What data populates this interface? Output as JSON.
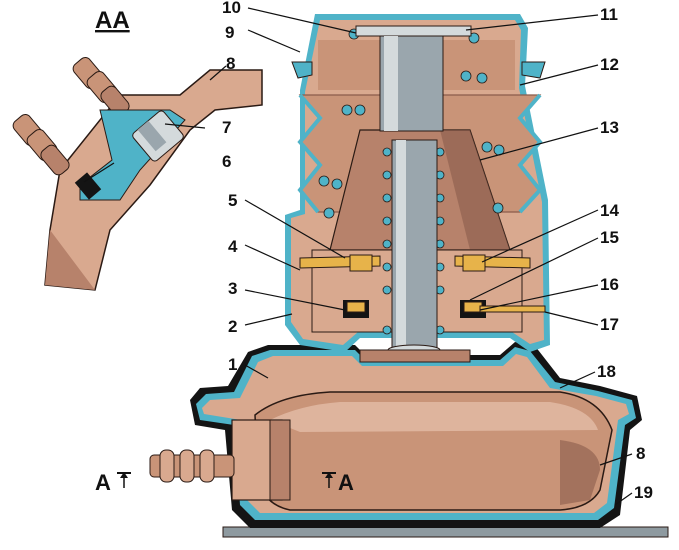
{
  "colors": {
    "body": "#d9a98f",
    "body_dark": "#b7826b",
    "shadow": "#8a5c4b",
    "boot": "#c99478",
    "outline_blue": "#4fb3c8",
    "steel": "#9aa6ad",
    "steel_light": "#d4dadc",
    "brass": "#e7b34a",
    "black": "#141414",
    "base_plate": "#8e9aa0"
  },
  "diagram": {
    "section_title": "АА",
    "section_marks": [
      "А",
      "А"
    ],
    "callouts": [
      "1",
      "2",
      "3",
      "4",
      "5",
      "6",
      "7",
      "8",
      "9",
      "10",
      "11",
      "12",
      "13",
      "14",
      "15",
      "16",
      "17",
      "18",
      "8",
      "19"
    ]
  }
}
